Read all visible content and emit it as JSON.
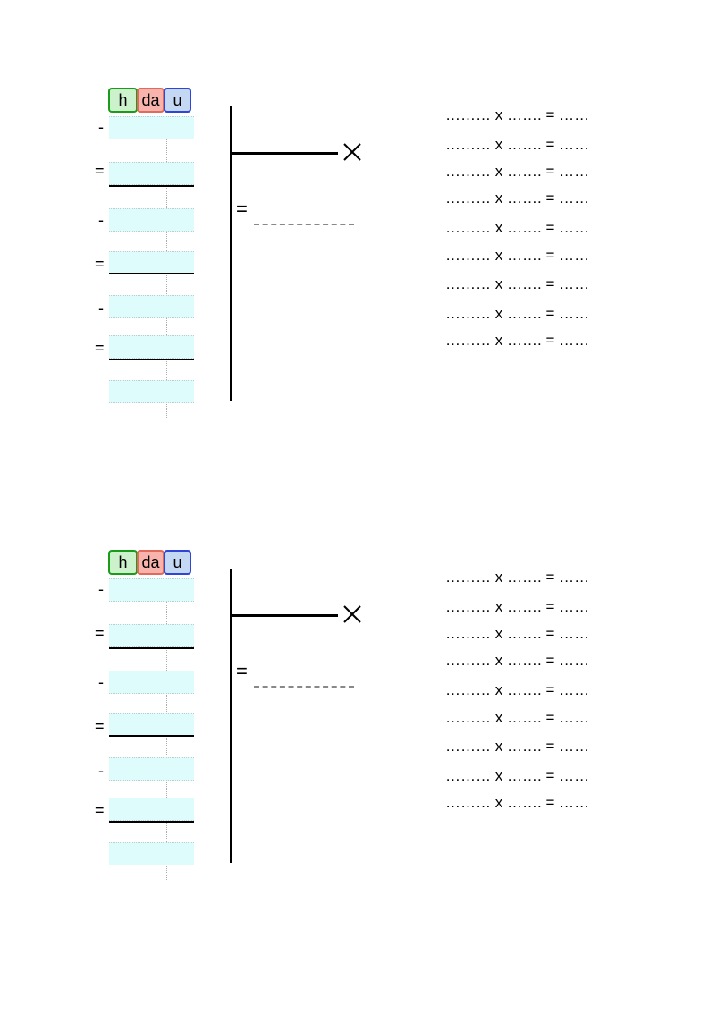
{
  "worksheet": {
    "place_value_headers": {
      "hundreds": "h",
      "tens": "da",
      "units": "u"
    },
    "operation_signs": {
      "minus": "-",
      "equals": "="
    },
    "times_symbol": "×",
    "result_equals": "=",
    "times_table_line": {
      "blank_a": "………",
      "times": "x",
      "blank_b": "…….",
      "equals": "=",
      "blank_c": "……"
    },
    "blocks_count": 2,
    "rows_per_block": 9
  }
}
